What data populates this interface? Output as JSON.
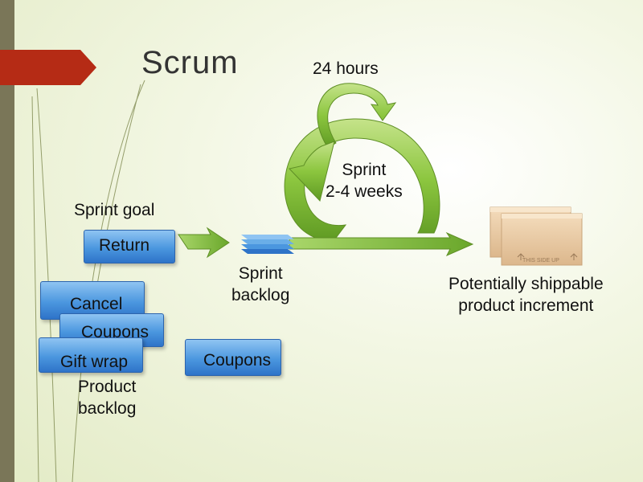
{
  "title": "Scrum",
  "daily_cycle_label": "24 hours",
  "sprint": {
    "label_line1": "Sprint",
    "label_line2": "2-4 weeks"
  },
  "sprint_goal": {
    "label": "Sprint goal",
    "item": "Return"
  },
  "product_backlog": {
    "items": [
      "Cancel",
      "Coupons",
      "Gift wrap"
    ],
    "label_line1": "Product",
    "label_line2": "backlog"
  },
  "sprint_backlog": {
    "label_line1": "Sprint",
    "label_line2": "backlog",
    "item": "Coupons"
  },
  "increment": {
    "label_line1": "Potentially shippable",
    "label_line2": "product increment",
    "box_text": "THIS SIDE UP"
  },
  "colors": {
    "accent_red": "#b52b15",
    "arrow_green": "#8cc63f",
    "card_blue": "#4b97df",
    "box_tan": "#e8c9a2"
  }
}
